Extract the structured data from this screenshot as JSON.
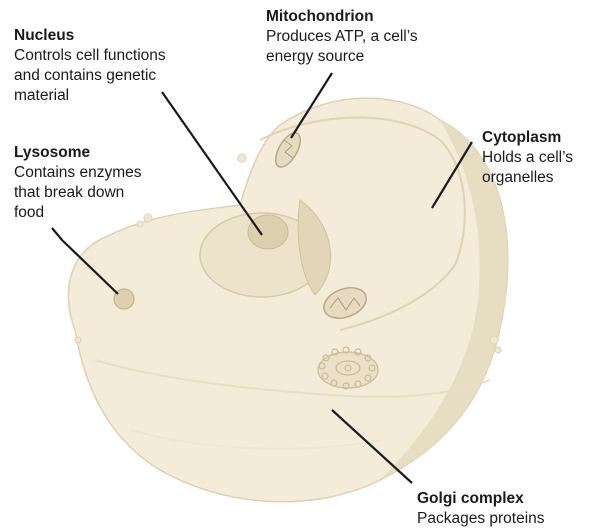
{
  "labels": {
    "nucleus": {
      "title": "Nucleus",
      "desc": [
        "Controls cell functions",
        "and contains genetic",
        "material"
      ]
    },
    "mitochondrion": {
      "title": "Mitochondrion",
      "desc": [
        "Produces ATP, a cell’s",
        "energy source"
      ]
    },
    "lysosome": {
      "title": "Lysosome",
      "desc": [
        "Contains enzymes",
        "that break down",
        "food"
      ]
    },
    "cytoplasm": {
      "title": "Cytoplasm",
      "desc": [
        "Holds a cell’s",
        "organelles"
      ]
    },
    "golgi": {
      "title": "Golgi complex",
      "desc": [
        "Packages proteins"
      ]
    }
  },
  "colors": {
    "cell_fill": "#f4ecd9",
    "cell_shade": "#e6dbc0",
    "outline": "#d8ccae",
    "leader_line": "#1a1a1a"
  }
}
